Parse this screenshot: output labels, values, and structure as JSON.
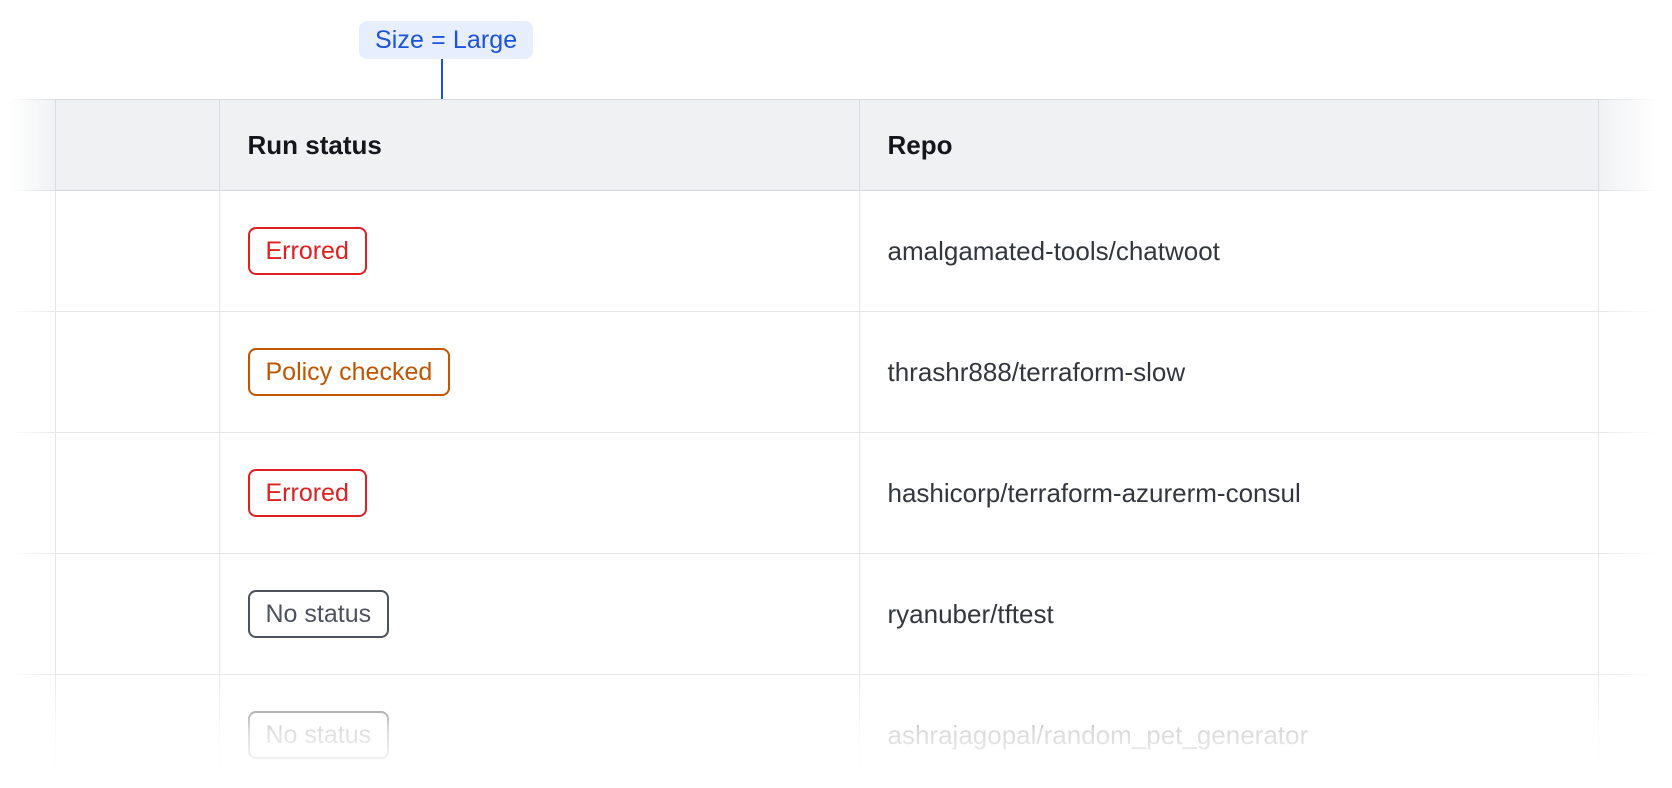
{
  "annotation": {
    "label": "Size = Large",
    "accent_color": "#1c53d9",
    "background_color": "#e7efff"
  },
  "table": {
    "columns": [
      {
        "key": "spacer_left",
        "label": ""
      },
      {
        "key": "select",
        "label": ""
      },
      {
        "key": "run_status",
        "label": "Run status"
      },
      {
        "key": "repo",
        "label": "Repo"
      },
      {
        "key": "spacer_right",
        "label": ""
      }
    ],
    "header_background": "#f0f1f3",
    "rows": [
      {
        "run_status": "Errored",
        "status_variant": "errored",
        "repo": "amalgamated-tools/chatwoot"
      },
      {
        "run_status": "Policy checked",
        "status_variant": "policy-checked",
        "repo": "thrashr888/terraform-slow"
      },
      {
        "run_status": "Errored",
        "status_variant": "errored",
        "repo": "hashicorp/terraform-azurerm-consul"
      },
      {
        "run_status": "No status",
        "status_variant": "no-status",
        "repo": "ryanuber/tftest"
      },
      {
        "run_status": "No status",
        "status_variant": "no-status",
        "repo": "ashrajagopal/random_pet_generator"
      }
    ]
  },
  "status_colors": {
    "errored": "#e02020",
    "policy_checked": "#c25500",
    "no_status": "#4e525c"
  }
}
